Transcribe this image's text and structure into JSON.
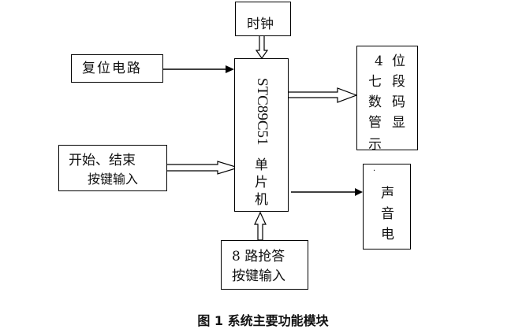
{
  "diagram": {
    "clock": {
      "label": "时钟"
    },
    "reset": {
      "label": "复位电路"
    },
    "start_end": {
      "line1": "开始、结束",
      "line2": "按键输入"
    },
    "buzzer_inputs": {
      "line1": "8 路抢答",
      "line2": "按键输入"
    },
    "mcu": {
      "label_latin": "STC89C51",
      "label_cn": [
        "单",
        "片",
        "机"
      ]
    },
    "display": {
      "col1": [
        "4",
        "七",
        "数",
        "管",
        "示"
      ],
      "col2": [
        "位",
        "段",
        "码",
        "显"
      ]
    },
    "sound": {
      "chars": [
        "声",
        "音",
        "电"
      ],
      "dot": "·"
    },
    "connections": [
      {
        "from": "clock",
        "to": "mcu",
        "style": "hollow-arrow"
      },
      {
        "from": "reset",
        "to": "mcu",
        "style": "line-arrow"
      },
      {
        "from": "start_end",
        "to": "mcu",
        "style": "hollow-arrow"
      },
      {
        "from": "buzzer_inputs",
        "to": "mcu",
        "style": "hollow-arrow"
      },
      {
        "from": "mcu",
        "to": "display",
        "style": "hollow-arrow"
      },
      {
        "from": "mcu",
        "to": "sound",
        "style": "line-arrow"
      }
    ]
  },
  "caption": "图 1  系统主要功能模块"
}
